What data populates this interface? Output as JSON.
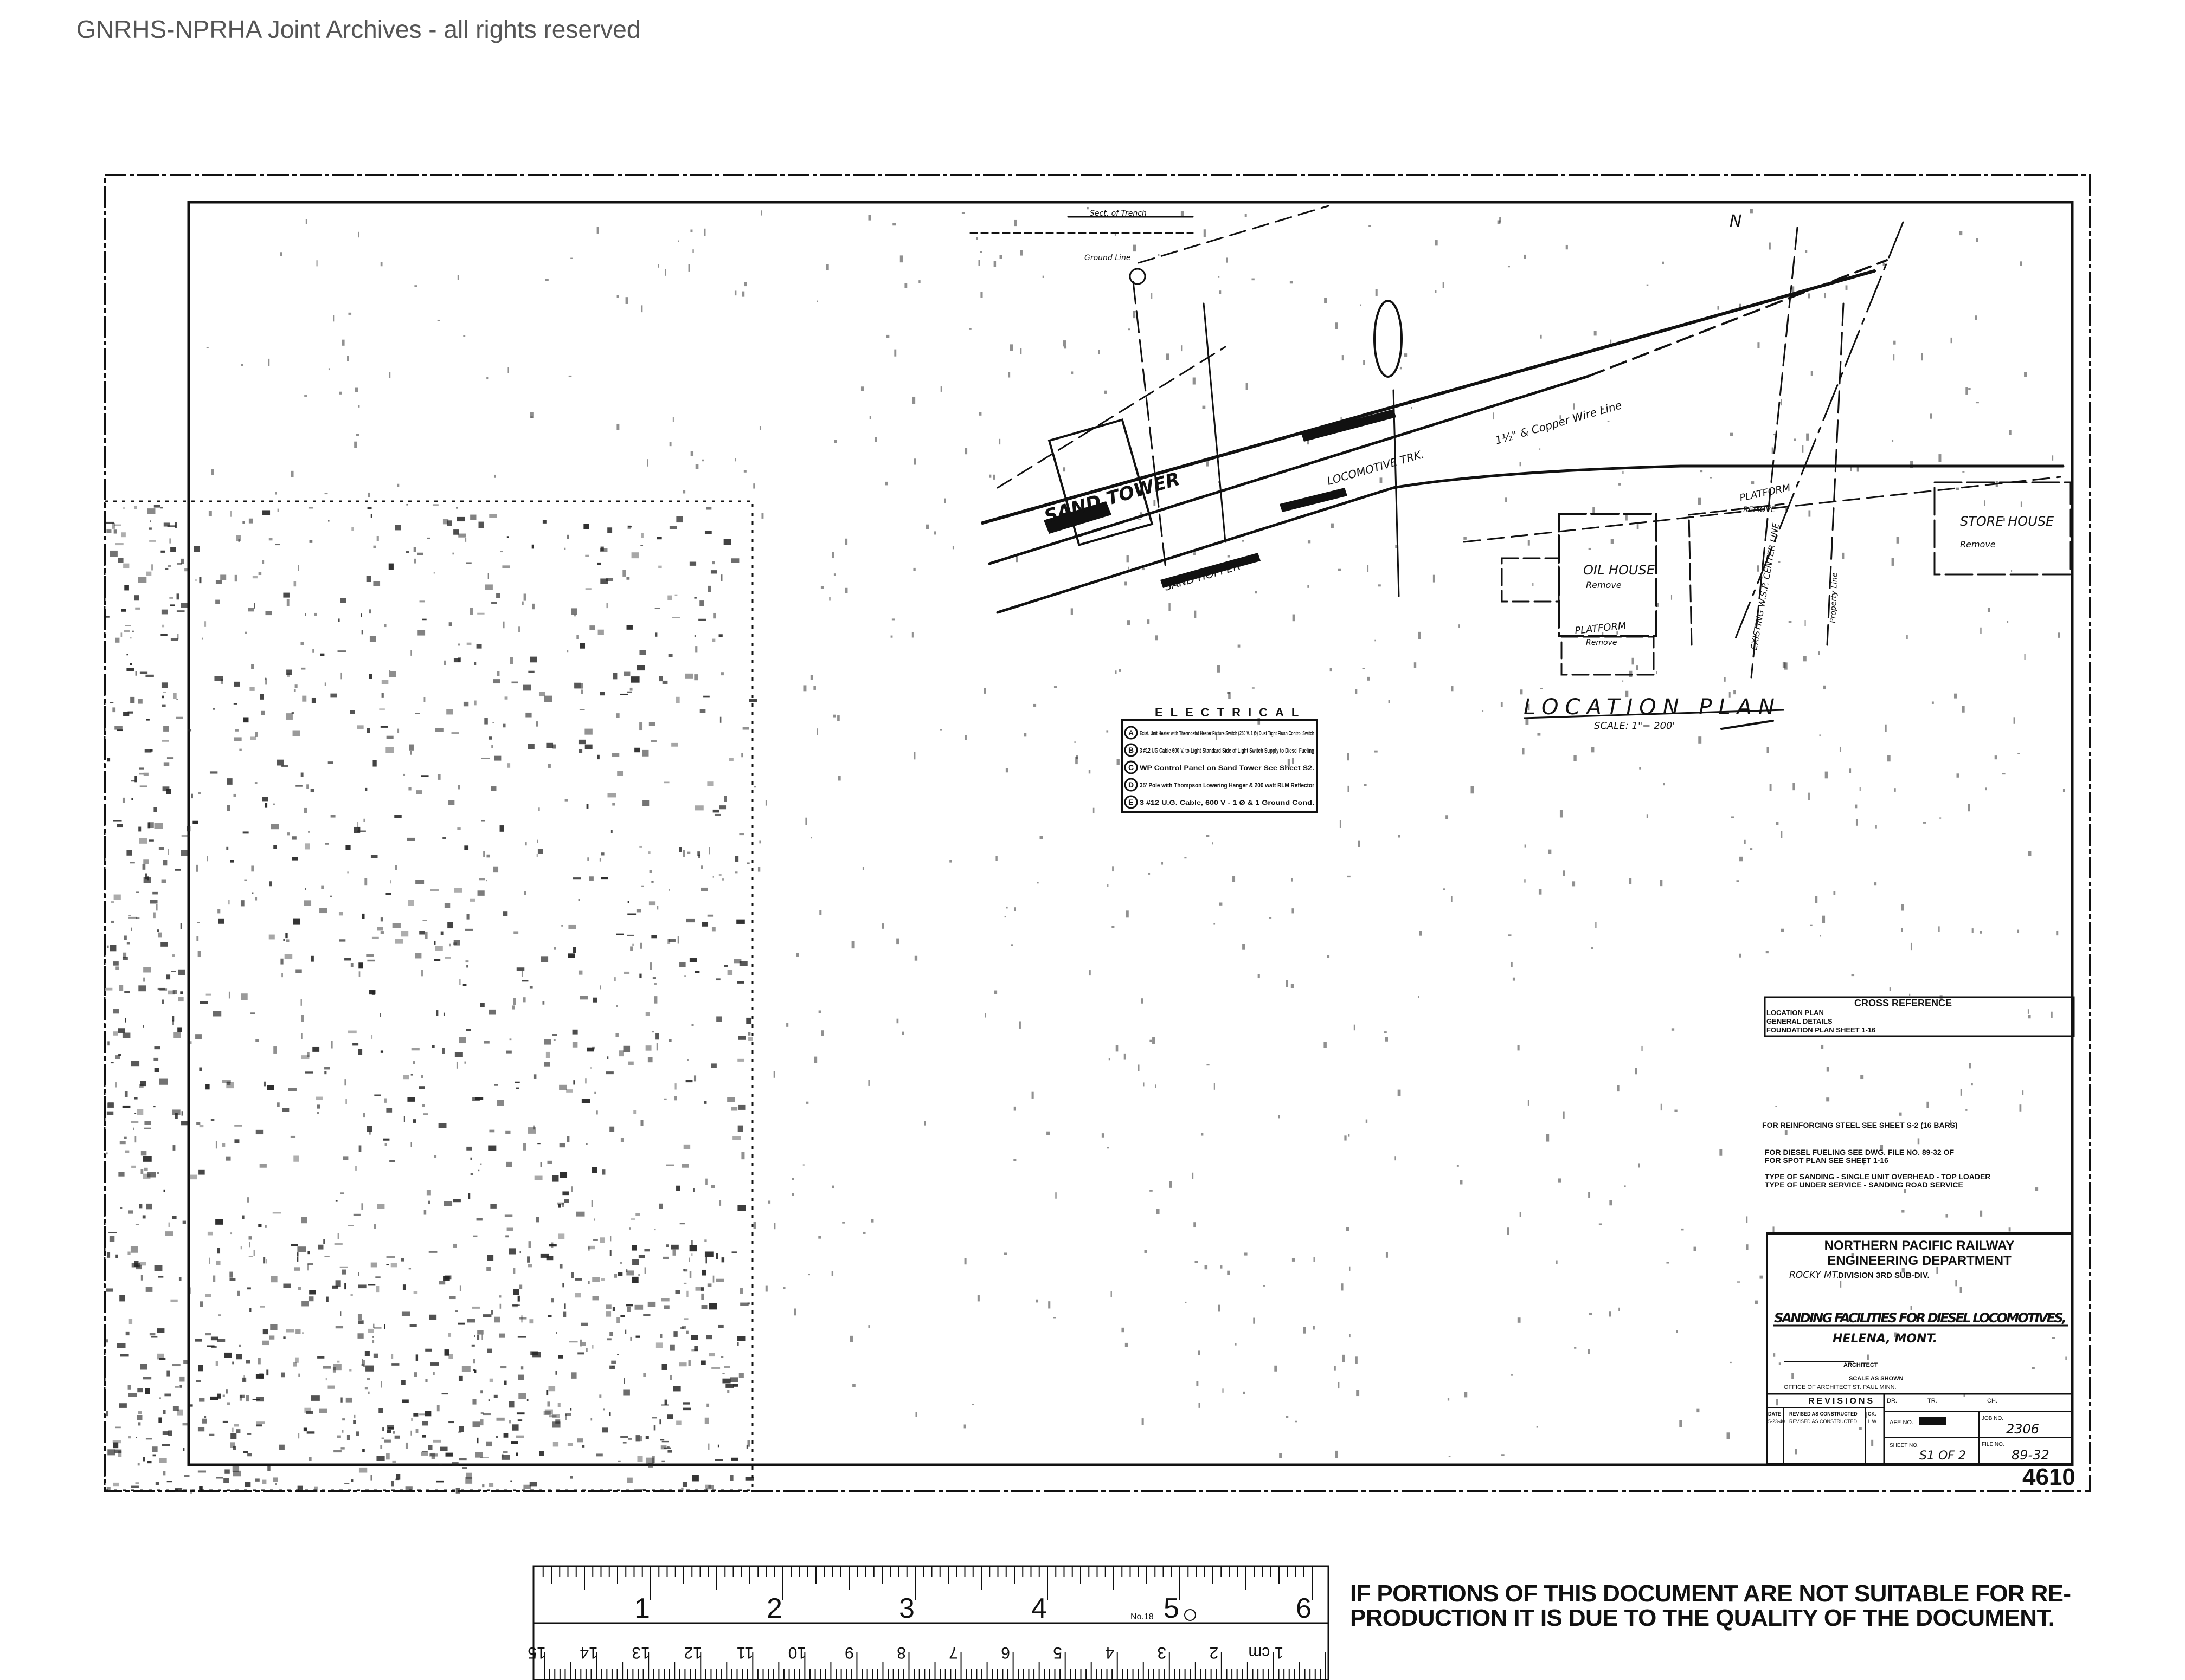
{
  "watermark": "GNRHS-NPRHA Joint Archives - all rights reserved",
  "location_plan": {
    "title": "LOCATION PLAN",
    "scale": "SCALE: 1\"= 200'",
    "labels": {
      "sand_tower": "SAND TOWER",
      "oil_house": "OIL HOUSE",
      "oil_house_note": "Remove",
      "store_house": "STORE HOUSE",
      "store_house_note": "Remove",
      "platform_top": "PLATFORM",
      "platform_top_note": "REMOVE",
      "platform_bottom": "PLATFORM",
      "platform_bottom_note": "Remove",
      "north": "N",
      "existing_line": "EXISTING W.S.P. CENTER LINE",
      "property_line": "Property Line",
      "pipe_line": "1½\" & Copper Wire Line",
      "locomotive_track": "LOCOMOTIVE TRK.",
      "hopper": "SAND HOPPER",
      "ground_line": "Ground Line",
      "section_detail": "Sect. of Trench"
    }
  },
  "electrical_legend": {
    "title": "ELECTRICAL",
    "items": [
      {
        "key": "A",
        "text": "Exist. Unit Heater with Thermostat Heater Fixture Switch (250 V. 1 Ø) Dust Tight Flush Control Switch"
      },
      {
        "key": "B",
        "text": "3 #12 UG Cable 600 V. to Light Standard Side of Light Switch Supply to Diesel Fueling"
      },
      {
        "key": "C",
        "text": "WP Control Panel on Sand Tower See Sheet S2."
      },
      {
        "key": "D",
        "text": "35' Pole with Thompson Lowering Hanger & 200 watt RLM Reflector"
      },
      {
        "key": "E",
        "text": "3 #12 U.G. Cable, 600 V - 1 Ø & 1 Ground Cond."
      }
    ]
  },
  "notes": {
    "header": "CROSS REFERENCE",
    "refs": [
      "LOCATION PLAN",
      "GENERAL DETAILS",
      "FOUNDATION PLAN SHEET 1-16"
    ],
    "lines": [
      "FOR REINFORCING STEEL SEE SHEET S-2 (16 BARS)",
      "FOR DIESEL FUELING SEE DWG. FILE NO. 89-32 OF",
      "FOR SPOT PLAN SEE SHEET 1-16",
      "TYPE OF SANDING - SINGLE UNIT OVERHEAD - TOP LOADER",
      "TYPE OF UNDER SERVICE - SANDING ROAD SERVICE"
    ]
  },
  "title_block": {
    "company": "NORTHERN PACIFIC RAILWAY",
    "department": "ENGINEERING DEPARTMENT",
    "division_name": "ROCKY MT.",
    "division_label": "DIVISION",
    "subdivision": "3RD SUB-DIV.",
    "project": "SANDING FACILITIES FOR DIESEL LOCOMOTIVES,",
    "location": "HELENA, MONT.",
    "architect_label": "ARCHITECT",
    "scale": "SCALE AS SHOWN",
    "office": "OFFICE OF ARCHITECT ST. PAUL MINN.",
    "revisions_label": "REVISIONS",
    "revision_headers": [
      "DATE",
      "REVISED AS CONSTRUCTED",
      "CK."
    ],
    "revision_row": {
      "date": "5-23-40",
      "text": "REVISED AS CONSTRUCTED",
      "ck": "L.W."
    },
    "dr_label": "DR.",
    "tr_label": "TR.",
    "ch_label": "CH.",
    "afe_label": "AFE NO.",
    "job_label": "JOB NO.",
    "job_no": "2306",
    "sheet_label": "SHEET NO.",
    "sheet_value": "S1 OF 2",
    "file_label": "FILE NO.",
    "file_no": "89-32"
  },
  "drawing_number": "4610",
  "ruler": {
    "inch_labels": [
      "1",
      "2",
      "3",
      "4",
      "5",
      "6"
    ],
    "cm_labels": [
      "1 cm",
      "2",
      "3",
      "4",
      "5",
      "6",
      "7",
      "8",
      "9",
      "10",
      "11",
      "12",
      "13",
      "14",
      "15"
    ],
    "maker": "No.18"
  },
  "disclaimer": {
    "line1": "IF PORTIONS OF THIS DOCUMENT ARE NOT SUITABLE FOR RE-",
    "line2": "PRODUCTION IT IS DUE TO THE QUALITY OF THE DOCUMENT."
  }
}
